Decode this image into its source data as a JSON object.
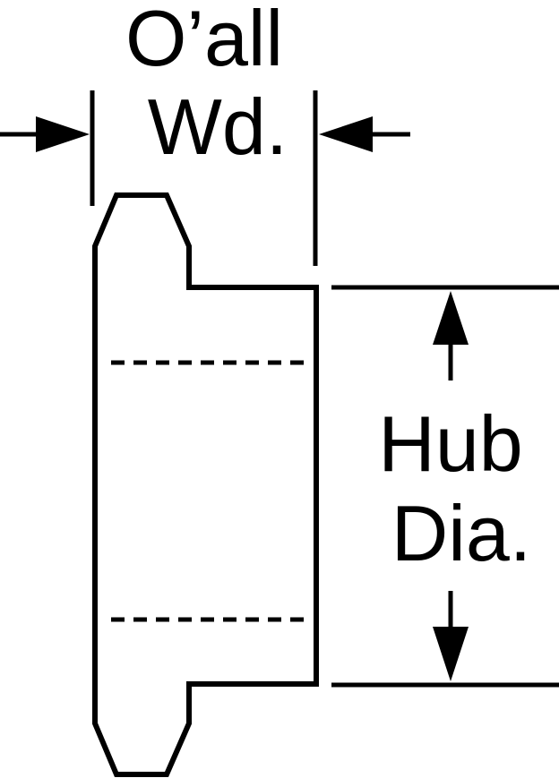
{
  "dimensions": {
    "overall_width": {
      "line1": "O’all",
      "line2": "Wd."
    },
    "hub_diameter": {
      "line1": "Hub",
      "line2": "Dia."
    }
  },
  "colors": {
    "ink": "#000000",
    "background": "#ffffff"
  }
}
